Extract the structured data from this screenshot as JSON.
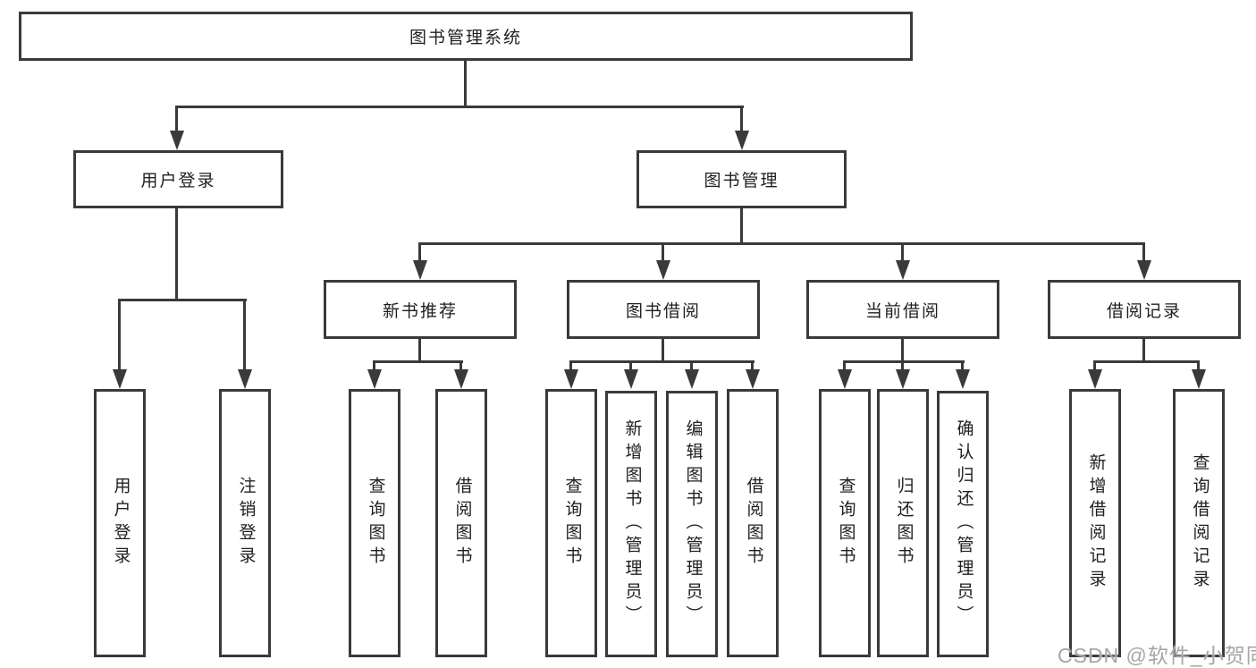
{
  "diagram": {
    "title": "图书管理系统",
    "level2": [
      {
        "label": "用户登录"
      },
      {
        "label": "图书管理"
      }
    ],
    "level3": [
      {
        "label": "新书推荐"
      },
      {
        "label": "图书借阅"
      },
      {
        "label": "当前借阅"
      },
      {
        "label": "借阅记录"
      }
    ],
    "leaves": [
      {
        "label": "用户登录"
      },
      {
        "label": "注销登录"
      },
      {
        "label": "查询图书"
      },
      {
        "label": "借阅图书"
      },
      {
        "label": "查询图书"
      },
      {
        "label": "新增图书（管理员）"
      },
      {
        "label": "编辑图书（管理员）"
      },
      {
        "label": "借阅图书"
      },
      {
        "label": "查询图书"
      },
      {
        "label": "归还图书"
      },
      {
        "label": "确认归还（管理员）"
      },
      {
        "label": "新增借阅记录"
      },
      {
        "label": "查询借阅记录"
      }
    ],
    "colors": {
      "line": "#3a3a3a",
      "box_border": "#3a3a3a",
      "text": "#1f1f1f",
      "watermark": "#a6a6a6"
    }
  },
  "watermark": {
    "text": "CSDN @软件_小贺同学"
  }
}
